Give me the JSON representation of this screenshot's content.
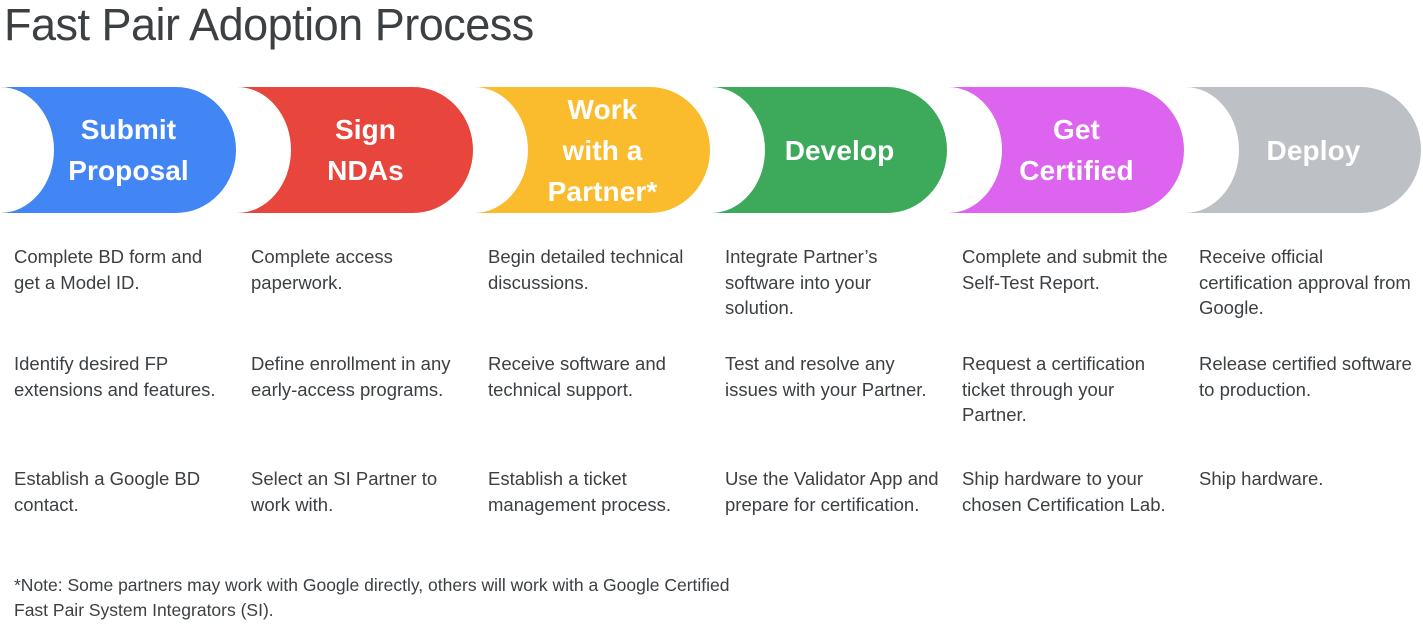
{
  "header": {
    "title": "Fast Pair Adoption Process"
  },
  "stages": [
    {
      "id": "submit-proposal",
      "label": "Submit\nProposal",
      "color": "#4285f4",
      "text_color": "#ffffff",
      "bullets": [
        "Complete BD form and get a Model ID.",
        "Identify desired FP extensions and features.",
        "Establish a Google BD contact."
      ]
    },
    {
      "id": "sign-ndas",
      "label": "Sign\nNDAs",
      "color": "#e8453c",
      "text_color": "#ffffff",
      "bullets": [
        "Complete access paperwork.",
        "Define enrollment in any early-access programs.",
        "Select an SI Partner to work with."
      ]
    },
    {
      "id": "work-with-a-partner",
      "label": "Work\nwith a\nPartner*",
      "color": "#fabc2d",
      "text_color": "#ffffff",
      "bullets": [
        "Begin detailed technical discussions.",
        "Receive software and technical support.",
        "Establish a ticket management process."
      ]
    },
    {
      "id": "develop",
      "label": "Develop",
      "color": "#3da95a",
      "text_color": "#ffffff",
      "bullets": [
        "Integrate Partner’s software into your solution.",
        "Test and resolve any issues with your Partner.",
        "Use the Validator App and prepare for certification."
      ]
    },
    {
      "id": "get-certified",
      "label": "Get\nCertified",
      "color": "#dd64ee",
      "text_color": "#ffffff",
      "bullets": [
        "Complete and submit the Self-Test Report.",
        "Request a certification ticket through your Partner.",
        "Ship hardware to your chosen Certification Lab."
      ]
    },
    {
      "id": "deploy",
      "label": "Deploy",
      "color": "#bdc1c6",
      "text_color": "#ffffff",
      "bullets": [
        "Receive official certification approval from Google.",
        "Release certified software to production.",
        "Ship hardware."
      ]
    }
  ],
  "footnote": {
    "text": "*Note: Some partners may work with Google directly, others will work with a Google Certified Fast Pair System Integrators (SI)."
  },
  "palette": {
    "title_color": "#3c4043",
    "body_color": "#3c4043",
    "background": "#ffffff"
  }
}
